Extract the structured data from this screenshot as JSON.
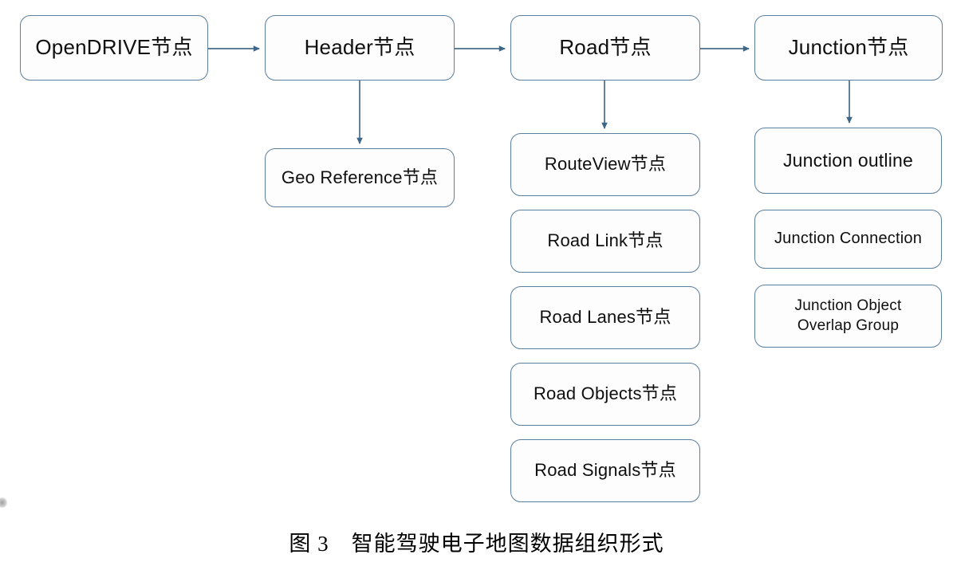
{
  "figure": {
    "caption": "图 3　智能驾驶电子地图数据组织形式",
    "colors": {
      "node_border": "#5c7f9e",
      "node_fill": "#fdfdfd",
      "connector": "#4a6c8c",
      "text": "#0f0f0f",
      "background": "#ffffff"
    }
  },
  "nodes": {
    "opendrive": {
      "label": "OpenDRIVE节点"
    },
    "header": {
      "label": "Header节点"
    },
    "road": {
      "label": "Road节点"
    },
    "junction": {
      "label": "Junction节点"
    },
    "geo_reference": {
      "label": "Geo Reference节点"
    },
    "route_view": {
      "label": "RouteView节点"
    },
    "road_link": {
      "label": "Road Link节点"
    },
    "road_lanes": {
      "label": "Road Lanes节点"
    },
    "road_objects": {
      "label": "Road Objects节点"
    },
    "road_signals": {
      "label": "Road Signals节点"
    },
    "junction_outline": {
      "label": "Junction outline"
    },
    "junction_connection": {
      "label": "Junction Connection"
    },
    "junction_object_overlap_group": {
      "label": "Junction Object\nOverlap Group"
    }
  },
  "connectors": [
    {
      "name": "opendrive-to-header",
      "from": "opendrive",
      "to": "header",
      "direction": "right",
      "arrowhead": true
    },
    {
      "name": "header-to-road",
      "from": "header",
      "to": "road",
      "direction": "right",
      "arrowhead": true
    },
    {
      "name": "road-to-junction",
      "from": "road",
      "to": "junction",
      "direction": "right",
      "arrowhead": true
    },
    {
      "name": "header-to-geo-reference",
      "from": "header",
      "to": "geo_reference",
      "direction": "down",
      "arrowhead": true
    },
    {
      "name": "road-to-route-view",
      "from": "road",
      "to": "route_view",
      "direction": "down",
      "arrowhead": true
    },
    {
      "name": "junction-to-junction-outline",
      "from": "junction",
      "to": "junction_outline",
      "direction": "down",
      "arrowhead": true
    }
  ]
}
